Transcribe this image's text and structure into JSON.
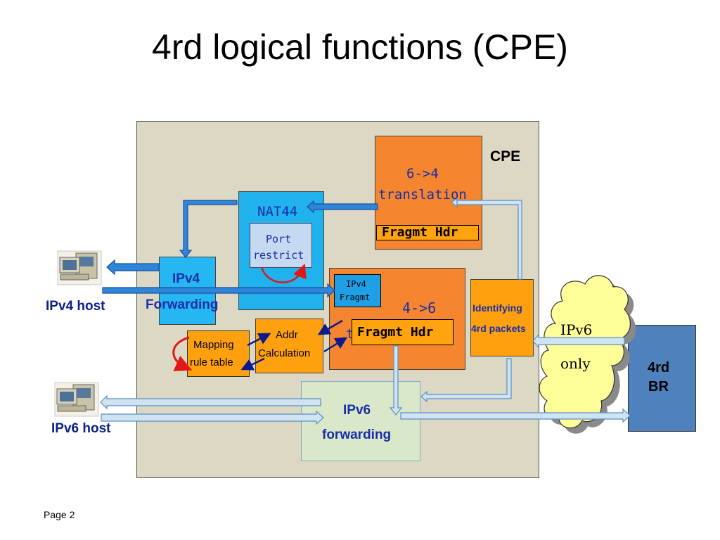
{
  "title": "4rd logical functions (CPE)",
  "page": "Page 2",
  "cpe": "CPE",
  "t64": {
    "line1": "6->4",
    "line2": "translation",
    "frag": "Fragmt Hdr"
  },
  "nat": {
    "title": "NAT44",
    "port1": "Port",
    "port2": "restrict"
  },
  "ipv4_frag": {
    "line1": "IPv4",
    "line2": "Fragmt"
  },
  "t46": {
    "line1": "4->6",
    "partial": "t",
    "frag": "Fragmt Hdr"
  },
  "identify": {
    "line1": "Identifying",
    "line2": "4rd packets"
  },
  "ipv4fwd": {
    "line1": "IPv4",
    "line2": "Forwarding"
  },
  "ipv6fwd": {
    "line1": "IPv6",
    "line2": "forwarding"
  },
  "addr": {
    "line1": "Addr",
    "line2": "Calculation"
  },
  "mapping": {
    "line1": "Mapping",
    "line2": "rule table"
  },
  "cloud": {
    "line1": "IPv6",
    "line2": "only"
  },
  "br": {
    "line1": "4rd",
    "line2": "BR"
  },
  "hosts": {
    "ipv4": "IPv4 host",
    "ipv6": "IPv6 host"
  },
  "colors": {
    "cpe_bg": "#ddd8c4",
    "orange": "#f5862f",
    "light_orange": "#ffa10f",
    "cyan": "#1fb2ec",
    "light_green": "#d9e8c9",
    "br_blue": "#4f81bd",
    "cloud": "#ffff99"
  }
}
